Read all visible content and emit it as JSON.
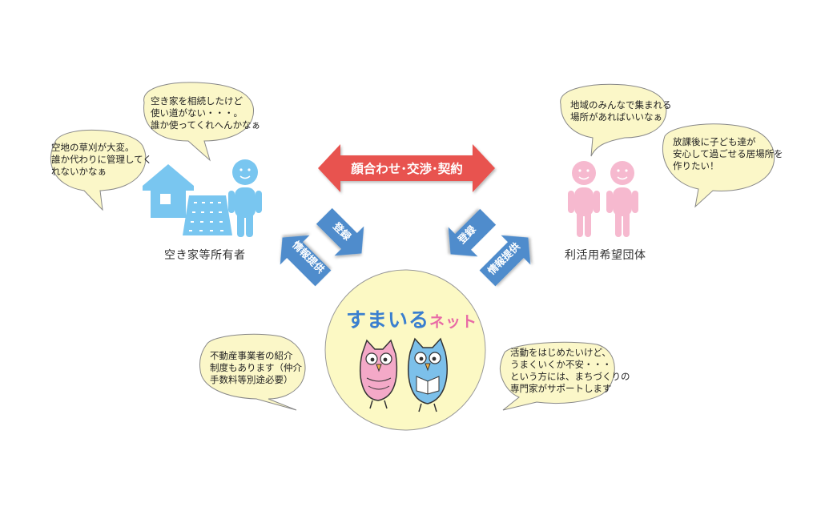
{
  "center_banner": "顔合わせ･交渉･契約",
  "left_group": {
    "label": "空き家等所有者",
    "bubble_1": "空地の草刈が大変。\n誰か代わりに管理してく\nれないかなぁ",
    "bubble_2": "空き家を相続したけど\n使い道がない・・・。\n誰か使ってくれへんかなぁ"
  },
  "right_group": {
    "label": "利活用希望団体",
    "bubble_1": "地域のみんなで集まれる\n場所があればいいなぁ",
    "bubble_2": "放課後に子ども達が\n安心して過ごせる居場所を\n作りたい！"
  },
  "arrows": {
    "left_register": "登録",
    "left_info": "情報提供",
    "right_register": "登録",
    "right_info": "情報提供"
  },
  "center": {
    "logo_part_1": "すまいる",
    "logo_part_2": "ネット"
  },
  "bottom_bubbles": {
    "left": "不動産事業者の紹介\n制度もあります（仲介\n手数料等別途必要）",
    "right": "活動をはじめたいけど、\nうまくいくか不安・・・\nという方には、まちづくりの\n専門家がサポートします"
  },
  "colors": {
    "banner_red": "#e8534f",
    "arrow_blue": "#4f8ccc",
    "owner_blue": "#79c6f0",
    "user_pink": "#f6b9cf",
    "bubble_fill": "#fbf7c8",
    "center_circle": "#fcf9c4"
  }
}
